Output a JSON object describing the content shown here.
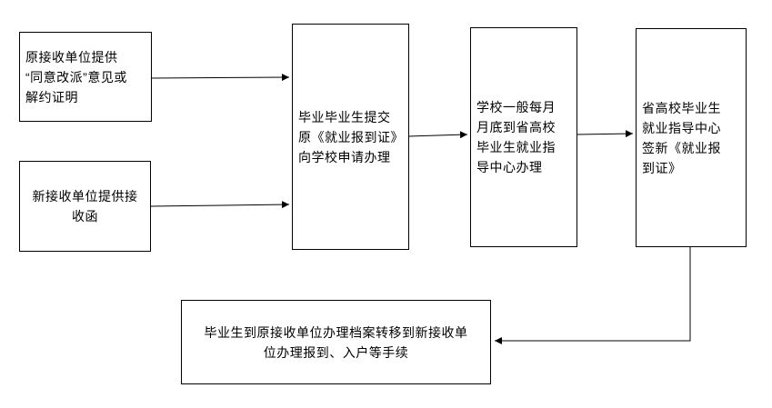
{
  "diagram": {
    "type": "flowchart",
    "colors": {
      "background": "#ffffff",
      "box_border": "#000000",
      "text": "#000000",
      "connector": "#000000"
    },
    "boxes": [
      {
        "id": "original-unit",
        "lines": [
          "原接收单位提供",
          "“同意改派”意见或",
          "解约证明"
        ],
        "text": "原接收单位提供“同意改派”意见或解约证明"
      },
      {
        "id": "new-unit",
        "lines": [
          "新接收单位提供接",
          "收函"
        ],
        "text": "新接收单位提供接收函"
      },
      {
        "id": "graduate-submit",
        "lines": [
          "毕业毕业生提交",
          "原《就业报到证》",
          "向学校申请办理"
        ],
        "text": "毕业毕业生提交原《就业报到证》向学校申请办理"
      },
      {
        "id": "school-monthly",
        "lines": [
          "学校一般每月",
          "月底到省高校",
          "毕业生就业指",
          "导中心办理"
        ],
        "text": "学校一般每月月底到省高校毕业生就业指导中心办理"
      },
      {
        "id": "center-issue",
        "lines": [
          "省高校毕业生",
          "就业指导中心",
          "签新《就业报",
          "到证》"
        ],
        "text": "省高校毕业生就业指导中心签新《就业报到证》"
      },
      {
        "id": "final-procedures",
        "lines": [
          "毕业生到原接收单位办理档案转移到新接收单",
          "位办理报到、入户等手续"
        ],
        "text": "毕业生到原接收单位办理档案转移到新接收单位办理报到、入户等手续"
      }
    ],
    "connections": [
      {
        "from": "original-unit",
        "to": "graduate-submit"
      },
      {
        "from": "new-unit",
        "to": "graduate-submit"
      },
      {
        "from": "graduate-submit",
        "to": "school-monthly"
      },
      {
        "from": "school-monthly",
        "to": "center-issue"
      },
      {
        "from": "center-issue",
        "to": "final-procedures"
      }
    ]
  }
}
